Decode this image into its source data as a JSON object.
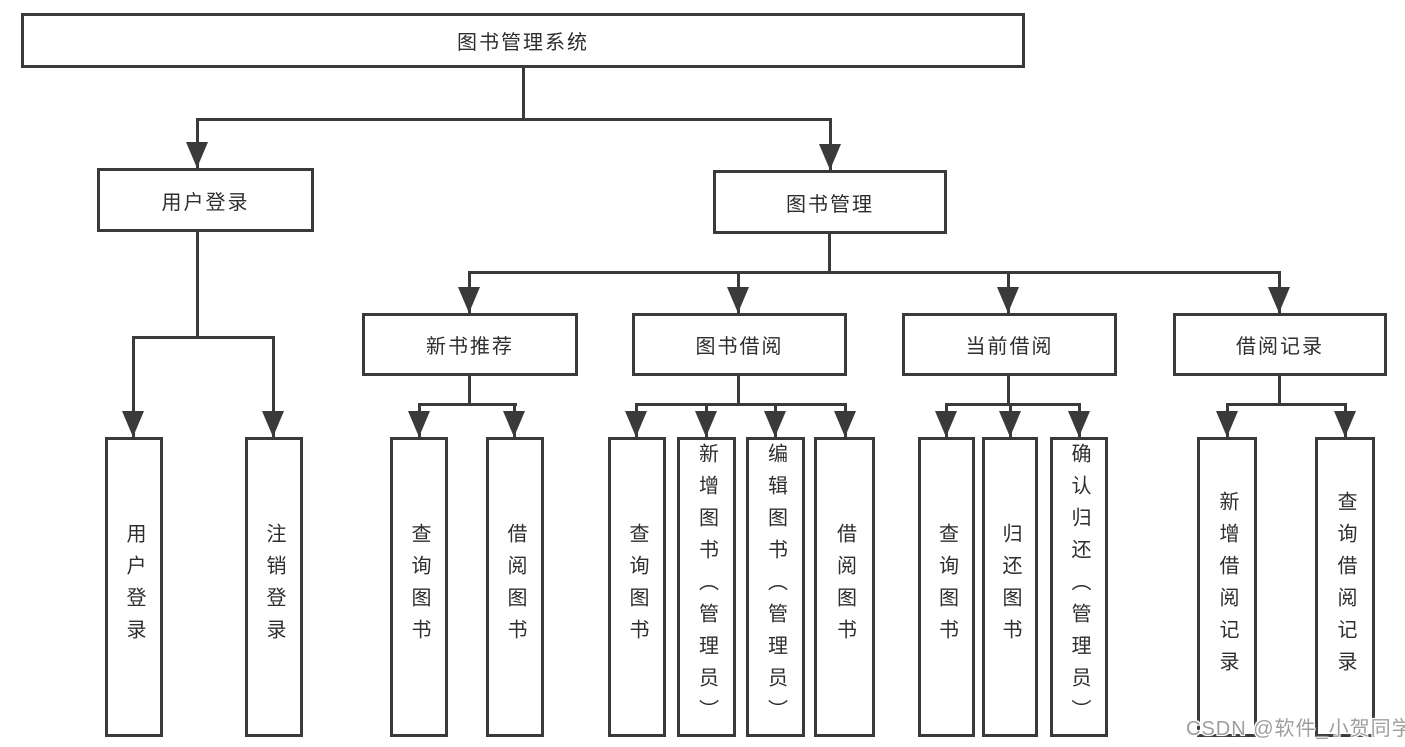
{
  "tree": {
    "root": "图书管理系统",
    "user_login": {
      "label": "用户登录",
      "children": [
        "用户登录",
        "注销登录"
      ]
    },
    "book_management": {
      "label": "图书管理",
      "sections": [
        {
          "label": "新书推荐",
          "children": [
            "查询图书",
            "借阅图书"
          ]
        },
        {
          "label": "图书借阅",
          "children": [
            "查询图书",
            "新增图书（管理员）",
            "编辑图书（管理员）",
            "借阅图书"
          ]
        },
        {
          "label": "当前借阅",
          "children": [
            "查询图书",
            "归还图书",
            "确认归还（管理员）"
          ]
        },
        {
          "label": "借阅记录",
          "children": [
            "新增借阅记录",
            "查询借阅记录"
          ]
        }
      ]
    }
  },
  "watermark": "CSDN @软件_小贺同学",
  "colors": {
    "line": "#3a3a3a",
    "text": "#2e2e2e",
    "watermark": "#9e9e9e",
    "background": "#ffffff"
  }
}
